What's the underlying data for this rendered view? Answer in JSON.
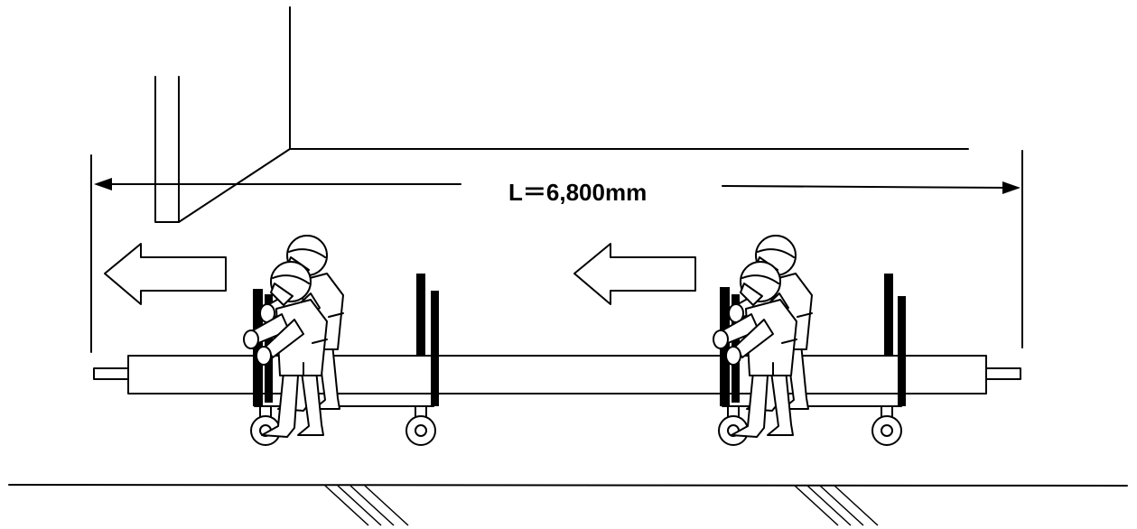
{
  "diagram": {
    "dimension": {
      "label": "L＝6,800mm"
    },
    "colors": {
      "line": "#000000",
      "background": "#ffffff"
    },
    "direction_arrows": [
      {
        "name": "left-direction-arrow",
        "direction": "left"
      },
      {
        "name": "right-direction-arrow",
        "direction": "left"
      }
    ],
    "carts": [
      {
        "name": "cart-left"
      },
      {
        "name": "cart-right"
      }
    ]
  }
}
